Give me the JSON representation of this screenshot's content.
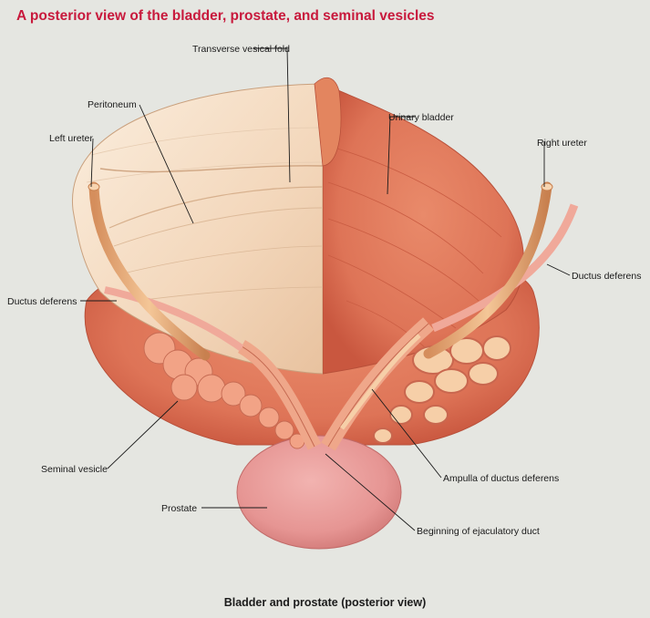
{
  "title": "A posterior view of the bladder, prostate, and seminal vesicles",
  "caption": "Bladder and prostate (posterior view)",
  "labels": {
    "transverse_vesical_fold": "Transverse vesical fold",
    "peritoneum": "Peritoneum",
    "left_ureter": "Left ureter",
    "urinary_bladder": "Urinary bladder",
    "right_ureter": "Right ureter",
    "ductus_deferens_left": "Ductus deferens",
    "ductus_deferens_right": "Ductus deferens",
    "seminal_vesicle": "Seminal vesicle",
    "ampulla": "Ampulla of ductus deferens",
    "prostate": "Prostate",
    "ejaculatory_duct": "Beginning of ejaculatory duct"
  },
  "colors": {
    "title": "#c8193c",
    "background": "#e5e6e1",
    "bladder_muscle": "#e07a5c",
    "peritoneum": "#f3d9bf",
    "prostate": "#e79a98",
    "seminal_vesicle": "#f2a386",
    "ureter": "#eeb783"
  }
}
